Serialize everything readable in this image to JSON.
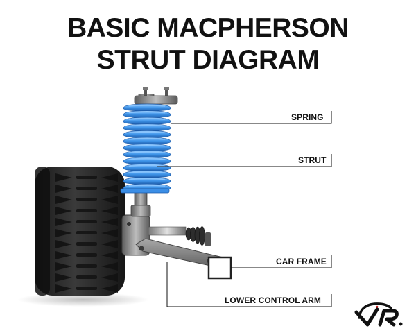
{
  "title": {
    "line1": "BASIC MACPHERSON",
    "line2": "STRUT DIAGRAM"
  },
  "labels": {
    "spring": "SPRING",
    "strut": "STRUT",
    "car_frame": "CAR FRAME",
    "lower_control_arm": "LOWER CONTROL ARM"
  },
  "logo": {
    "text": "VR"
  },
  "colors": {
    "spring": "#3b8ee6",
    "spring_highlight": "#8cc6ff",
    "tire": "#262626",
    "metal": "#8a8a8a",
    "text": "#111111"
  }
}
